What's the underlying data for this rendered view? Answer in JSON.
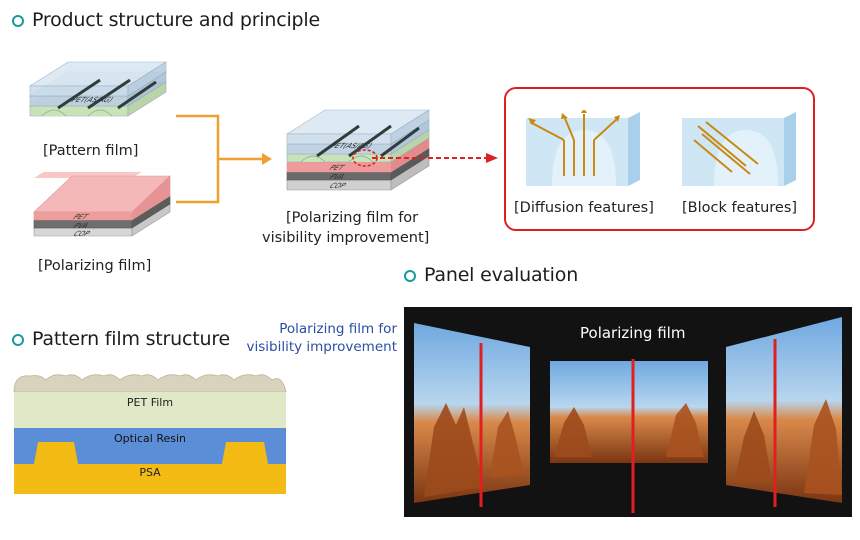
{
  "sections": {
    "product": "Product structure and principle",
    "pattern_structure": "Pattern film structure",
    "panel": "Panel evaluation"
  },
  "captions": {
    "pattern_film": "[Pattern film]",
    "polarizing_film": "[Polarizing film]",
    "combined_line1": "[Polarizing film for",
    "combined_line2": "visibility improvement]",
    "diffusion": "[Diffusion features]",
    "block": "[Block features]"
  },
  "layers": {
    "pattern_top": "PET(AS/AG)",
    "pet": "PET",
    "pva": "PVA",
    "cop": "COP"
  },
  "pattern_film_layers": {
    "pet_film": "PET Film",
    "optical_resin": "Optical Resin",
    "psa": "PSA"
  },
  "panel": {
    "side_label_line1": "Polarizing film for",
    "side_label_line2": "visibility improvement",
    "photo_label": "Polarizing film"
  },
  "colors": {
    "accent_teal": "#1a9a9a",
    "arrow_orange": "#f0a030",
    "highlight_red": "#e02020",
    "label_blue": "#2a4fa3",
    "pet_green": "#dfe9c8",
    "resin_blue": "#5b8ed6",
    "psa_yellow": "#f4bb14"
  }
}
